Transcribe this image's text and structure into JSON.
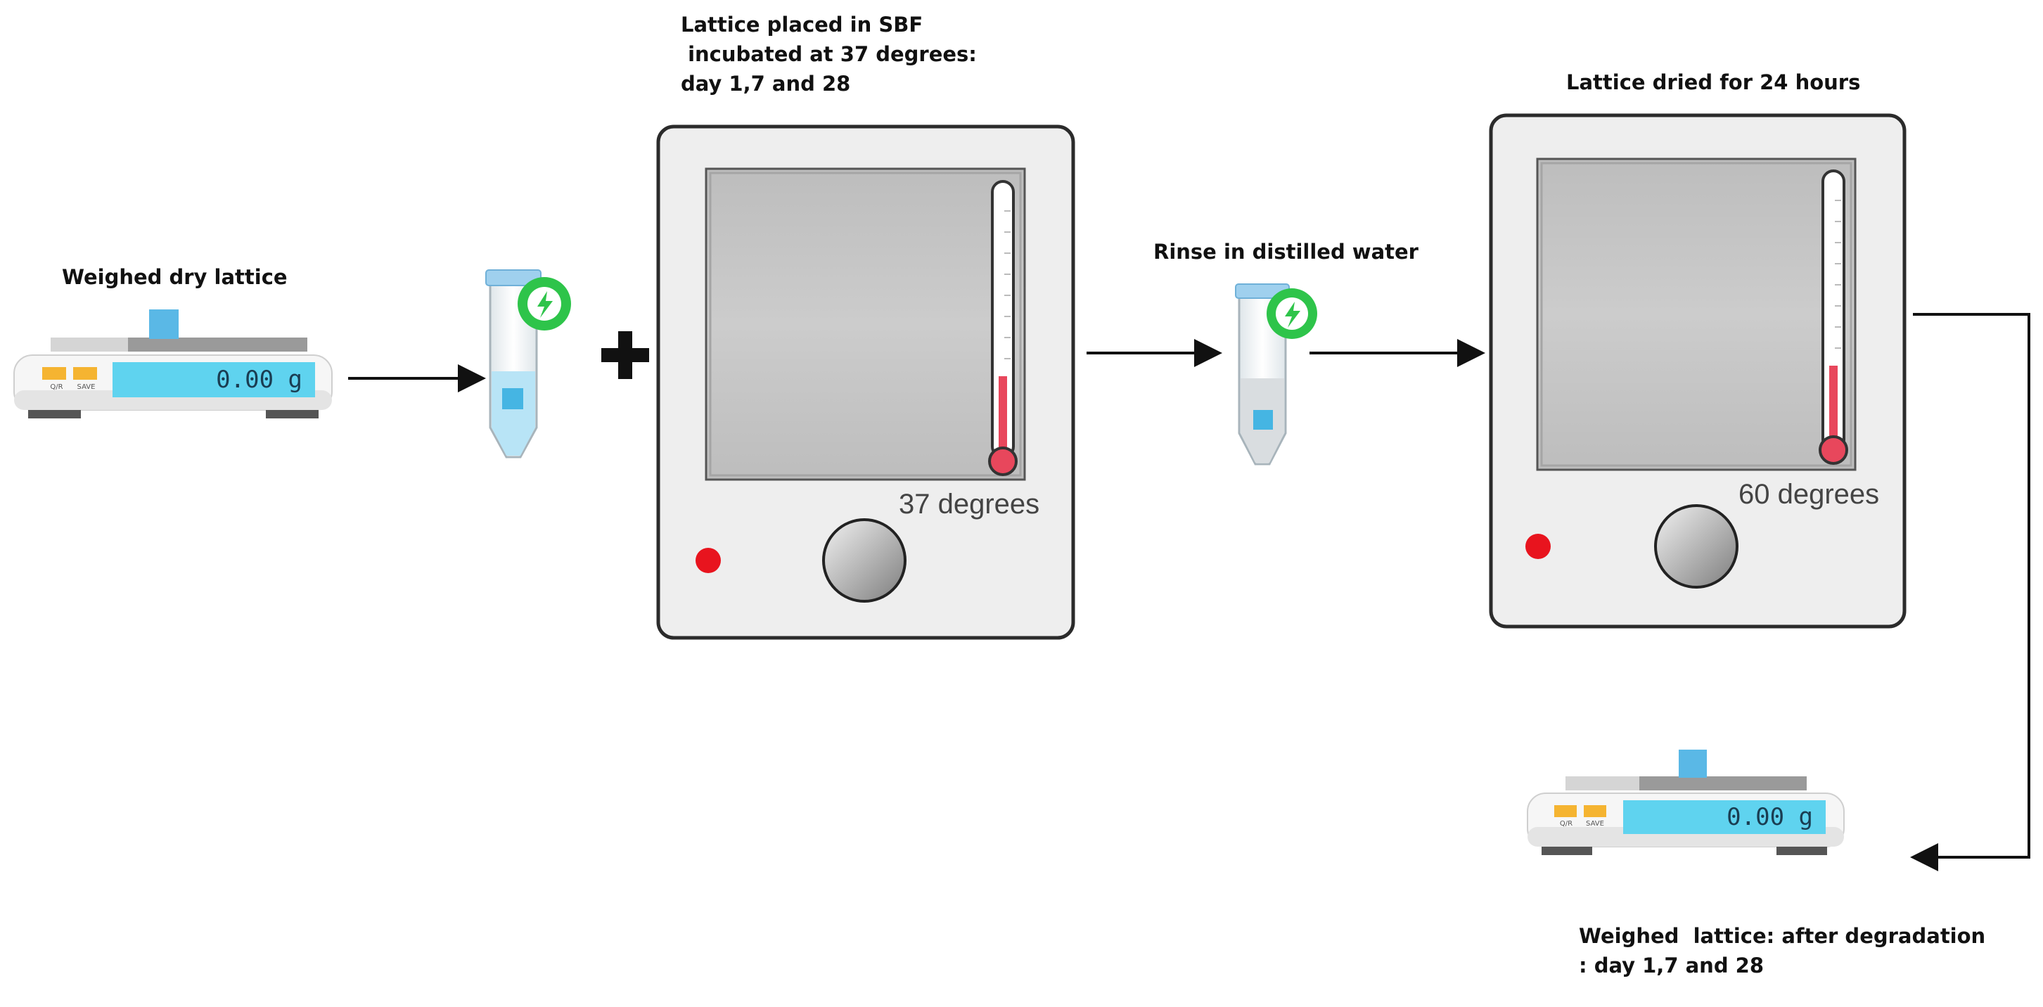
{
  "steps": {
    "weigh_dry": {
      "label": "Weighed dry lattice",
      "display": "0.00 g"
    },
    "incubate": {
      "label_lines": [
        "Lattice placed in SBF",
        " incubated at 37 degrees:",
        "day 1,7 and 28"
      ],
      "reading": "37 degrees"
    },
    "rinse": {
      "label": "Rinse in distilled water"
    },
    "dry": {
      "label": "Lattice dried for 24 hours",
      "reading": "60 degrees"
    },
    "weigh_after": {
      "label_lines": [
        "Weighed  lattice: after degradation",
        ": day 1,7 and 28"
      ],
      "display": "0.00 g"
    }
  },
  "scale_buttons": [
    "Q/R",
    "SAVE"
  ],
  "colors": {
    "cabinet_fill": "#eeeeee",
    "cabinet_border": "#2b2b2b",
    "window": "#c9c9c9",
    "thermo_red": "#e8475c",
    "led_red": "#e8141e",
    "lcd_blue": "#5fd3ef",
    "sample_blue": "#4fc3e8",
    "badge_green": "#2ec44a",
    "button_orange": "#f5b431"
  }
}
